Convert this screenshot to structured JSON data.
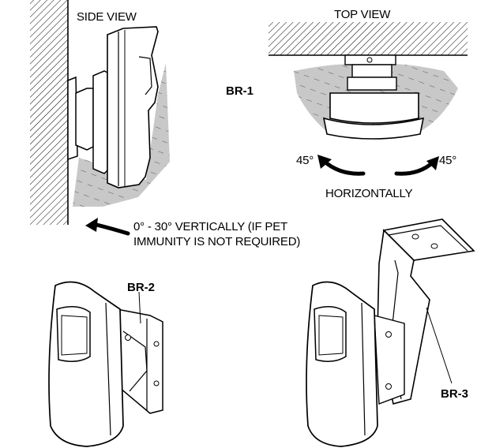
{
  "colors": {
    "ink": "#000000",
    "shade": "#c8c8c8",
    "paper": "#ffffff"
  },
  "labels": {
    "side_view": "SIDE VIEW",
    "top_view": "TOP VIEW",
    "br1": "BR-1",
    "br2": "BR-2",
    "br3": "BR-3",
    "left_angle": "45°",
    "right_angle": "45°",
    "horizontally": "HORIZONTALLY",
    "vertical_line1": "0° - 30° VERTICALLY (IF PET",
    "vertical_line2": "IMMUNITY IS NOT REQUIRED)"
  }
}
